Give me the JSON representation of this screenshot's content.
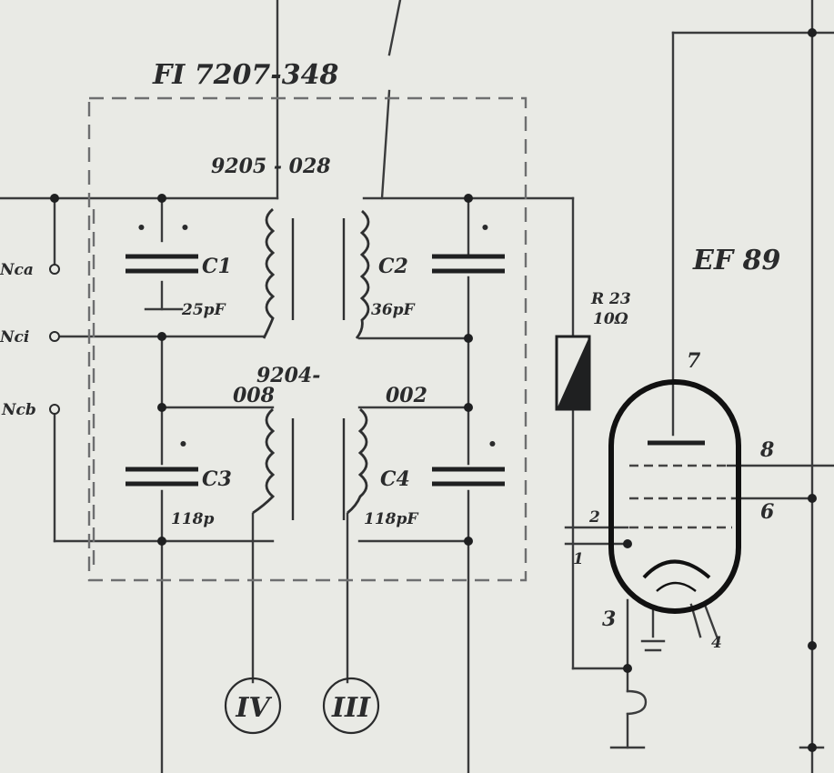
{
  "labels": {
    "filter_title": "FI 7207-348",
    "coil_upper": "9205 - 028",
    "coil_lower_a": "9204-",
    "coil_lower_b": "008",
    "coil_lower_c": "002",
    "c1_name": "C1",
    "c1_value": "25pF",
    "c2_name": "C2",
    "c2_value": "36pF",
    "c3_name": "C3",
    "c3_value": "118p",
    "c4_name": "C4",
    "c4_value": "118pF",
    "resistor_name": "R 23",
    "resistor_value": "10Ω",
    "tube_name": "EF 89",
    "pin_7": "7",
    "pin_8": "8",
    "pin_6": "6",
    "pin_2": "2",
    "pin_1": "1",
    "pin_3": "3",
    "pin_4": "4",
    "port_a": "Nca",
    "port_b": "Nci",
    "port_c": "Ncb",
    "circle_iv": "IV",
    "circle_iii": "III",
    "cap_marks": "•"
  }
}
